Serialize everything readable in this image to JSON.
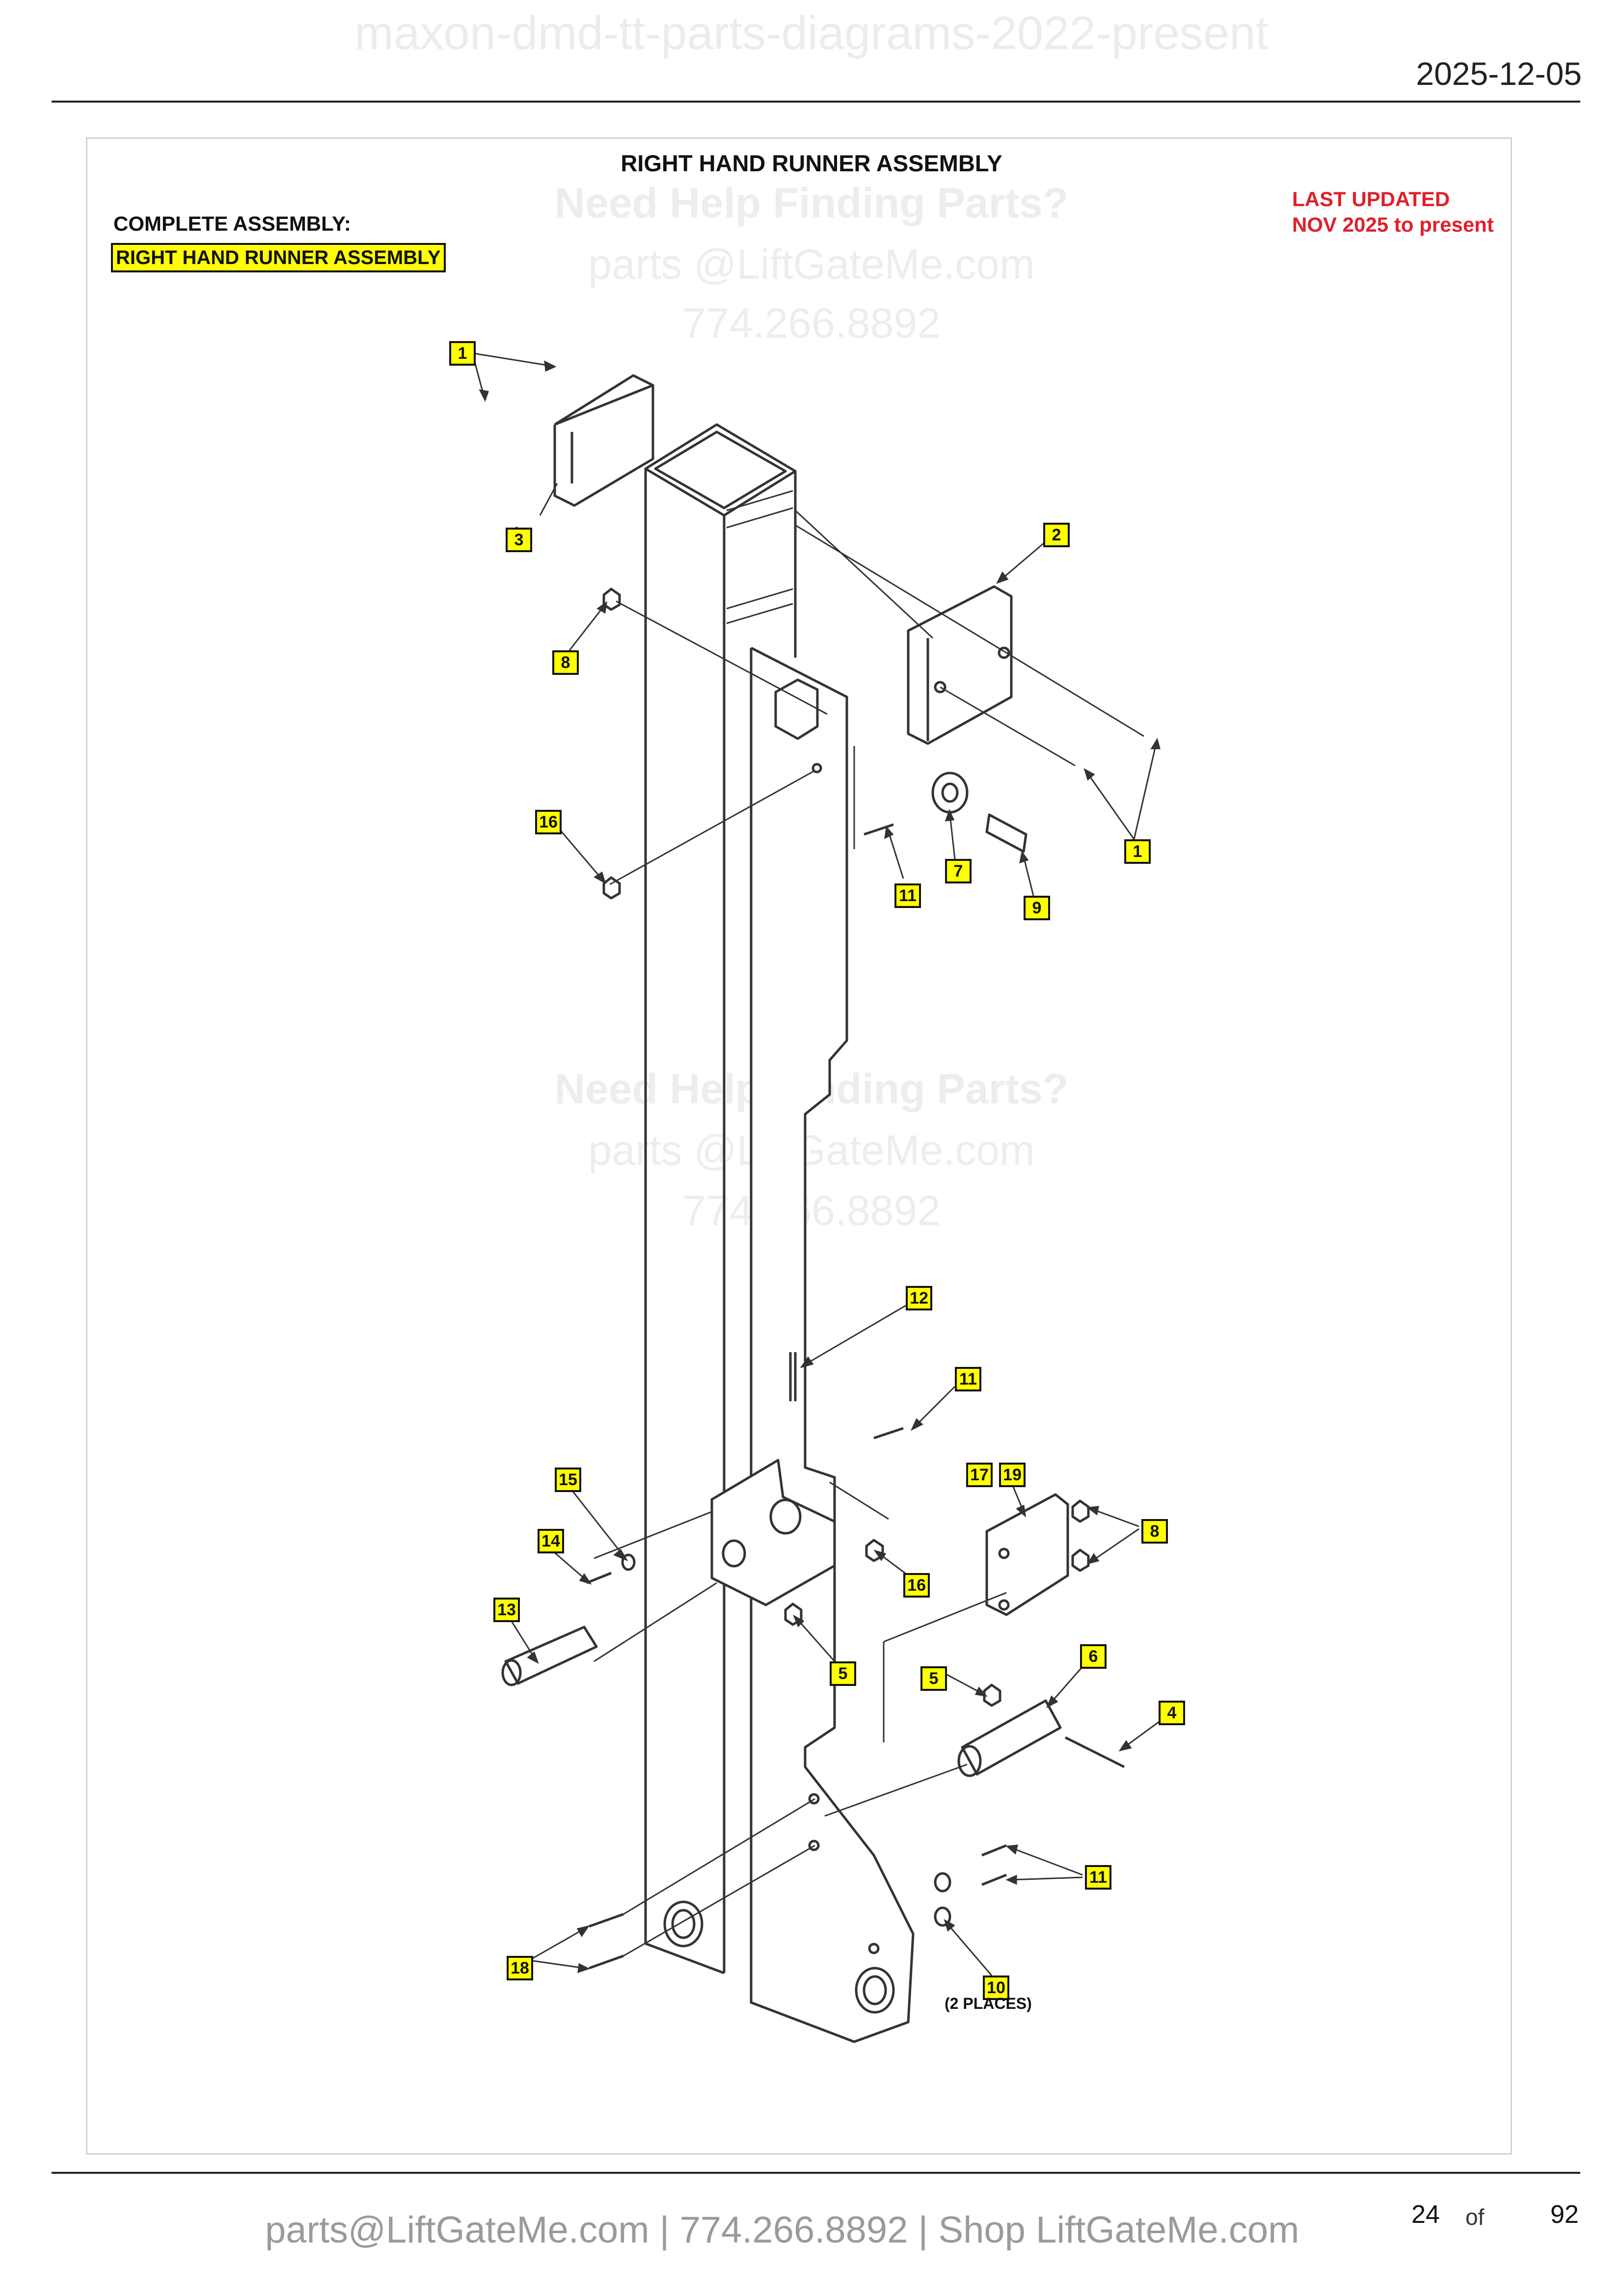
{
  "header": {
    "doc_title": "maxon-dmd-tt-parts-diagrams-2022-present",
    "date": "2025-12-05"
  },
  "diagram": {
    "title": "RIGHT HAND RUNNER ASSEMBLY",
    "complete_assembly_label": "COMPLETE ASSEMBLY:",
    "complete_assembly_value": "RIGHT HAND RUNNER ASSEMBLY",
    "last_updated_line1": "LAST UPDATED",
    "last_updated_line2": "NOV 2025 to present",
    "note_2_places": "(2 PLACES)"
  },
  "watermark": {
    "line1": "Need Help Finding Parts?",
    "line2": "parts @LiftGateMe.com",
    "line3": "774.266.8892"
  },
  "callouts": {
    "c1a": "1",
    "c1b": "1",
    "c2": "2",
    "c3": "3",
    "c4": "4",
    "c5a": "5",
    "c5b": "5",
    "c6": "6",
    "c7": "7",
    "c8a": "8",
    "c8b": "8",
    "c9": "9",
    "c10": "10",
    "c11a": "11",
    "c11b": "11",
    "c11c": "11",
    "c12": "12",
    "c13": "13",
    "c14": "14",
    "c15": "15",
    "c16a": "16",
    "c16b": "16",
    "c17": "17",
    "c18": "18",
    "c19": "19"
  },
  "footer": {
    "contact": "parts@LiftGateMe.com | 774.266.8892 | Shop LiftGateMe.com",
    "page_current": "24",
    "page_of": "of",
    "page_total": "92"
  }
}
